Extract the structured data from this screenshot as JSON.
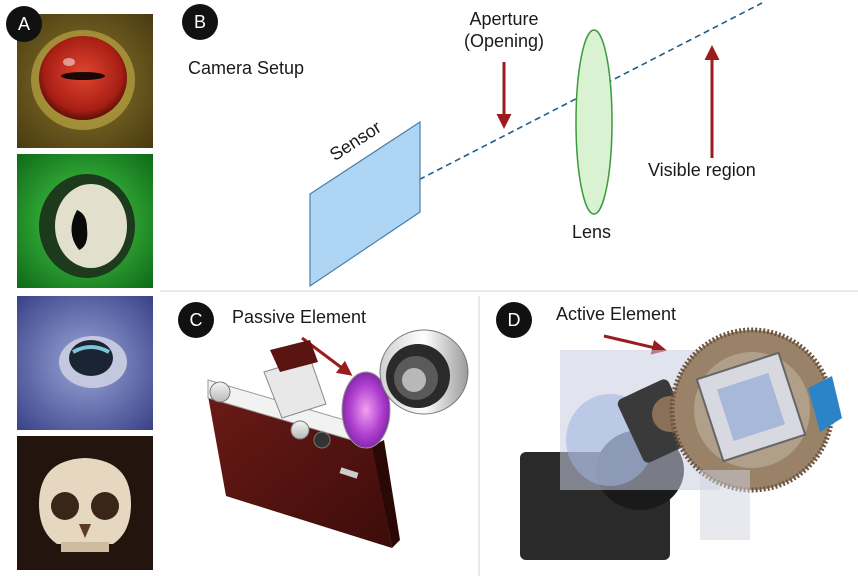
{
  "panels": {
    "a": {
      "badge": "A"
    },
    "b": {
      "badge": "B",
      "title": "Camera Setup",
      "sensor_label": "Sensor",
      "aperture_label_1": "Aperture",
      "aperture_label_2": "(Opening)",
      "lens_label": "Lens",
      "visible_label": "Visible region"
    },
    "c": {
      "badge": "C",
      "label": "Passive Element"
    },
    "d": {
      "badge": "D",
      "label": "Active Element"
    }
  },
  "colors": {
    "arrow": "#9b1c1c",
    "sensor_fill": "#aed6f4",
    "lens_fill": "#d8f2d2",
    "lens_stroke": "#3c9b3c",
    "optical_axis": "#1e5e8c"
  }
}
